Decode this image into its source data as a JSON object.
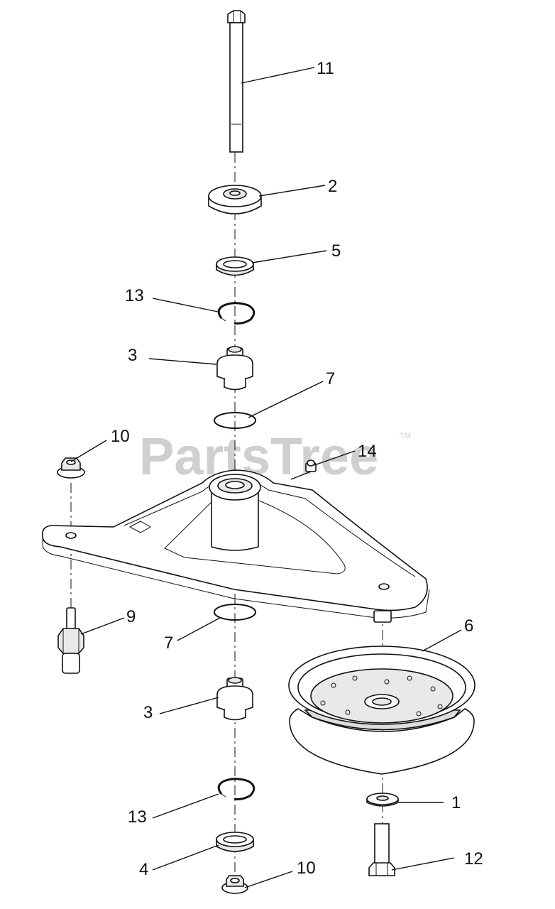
{
  "watermark": {
    "text": "PartsTree",
    "trademark": "TM"
  },
  "callouts": {
    "c11": "11",
    "c2": "2",
    "c5": "5",
    "c13_top": "13",
    "c3_top": "3",
    "c7_top": "7",
    "c10_left": "10",
    "c14": "14",
    "c9": "9",
    "c6": "6",
    "c7_bottom": "7",
    "c3_bottom": "3",
    "c1": "1",
    "c13_bottom": "13",
    "c12": "12",
    "c4": "4",
    "c10_bottom": "10"
  }
}
